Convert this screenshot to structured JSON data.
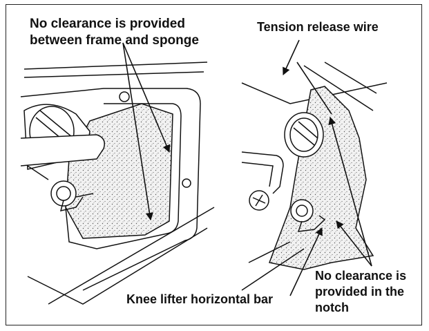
{
  "labels": {
    "no_clearance_frame_line1": "No clearance is provided",
    "no_clearance_frame_line2": "between frame and sponge",
    "tension_release_wire": "Tension release wire",
    "knee_lifter_bar": "Knee lifter horizontal bar",
    "no_clearance_notch_line1": "No clearance is",
    "no_clearance_notch_line2": "provided in the",
    "no_clearance_notch_line3": "notch"
  },
  "colors": {
    "line": "#111111",
    "sponge_fill": "#e9e9e9",
    "background": "#ffffff"
  }
}
